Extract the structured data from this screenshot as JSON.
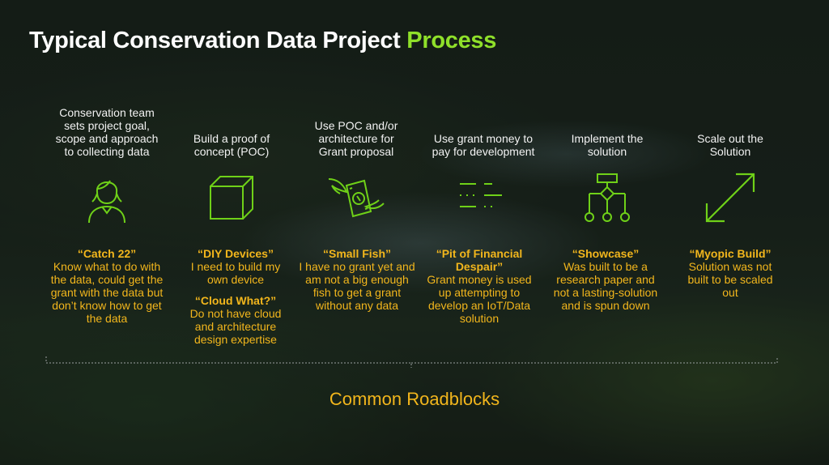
{
  "title": {
    "main": "Typical Conservation Data Project ",
    "accent": "Process"
  },
  "steps": [
    {
      "desc": "Conservation team sets project goal, scope and approach to collecting data",
      "icon": "person-icon"
    },
    {
      "desc": "Build a proof of concept (POC)",
      "icon": "cube-icon"
    },
    {
      "desc": "Use POC and/or architecture for Grant proposal",
      "icon": "flying-money-icon"
    },
    {
      "desc": "Use grant money to pay for development",
      "icon": "data-lines-icon"
    },
    {
      "desc": "Implement the solution",
      "icon": "flowchart-icon"
    },
    {
      "desc": "Scale out the Solution",
      "icon": "diagonal-arrow-icon"
    }
  ],
  "roadblocks": [
    {
      "name": "“Catch 22”",
      "desc": "Know what to do with the data, could get the grant with the data but don’t know how to get the data"
    },
    {
      "name": "“DIY Devices”",
      "desc": "I need to build my own device",
      "name2": "“Cloud What?”",
      "desc2": "Do not have cloud and architecture design expertise"
    },
    {
      "name": "“Small Fish”",
      "desc": "I have no grant yet and am not a big enough fish to get a grant without any data"
    },
    {
      "name": "“Pit of Financial Despair”",
      "desc": "Grant money is used up attempting to develop an IoT/Data solution"
    },
    {
      "name": "“Showcase”",
      "desc": "Was built to be a research paper and not a lasting-solution and is spun down"
    },
    {
      "name": "“Myopic Build”",
      "desc": "Solution was not built to be scaled out"
    }
  ],
  "common_roadblocks": "Common Roadblocks",
  "colors": {
    "accent_green": "#8fe02a",
    "roadblock_yellow": "#f2b61c",
    "icon_green": "#6fd118"
  }
}
